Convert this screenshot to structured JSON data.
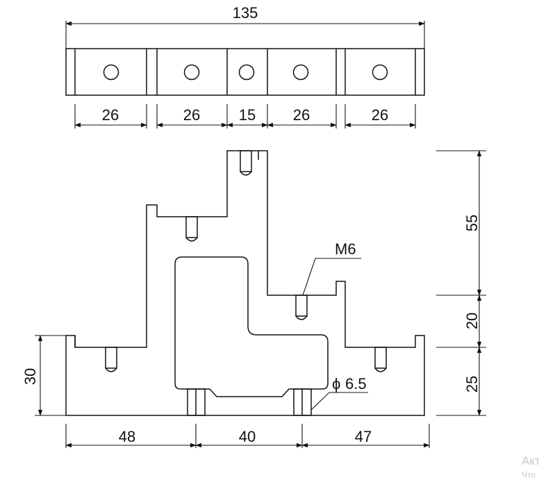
{
  "top_view": {
    "overall_width": "135",
    "segments": [
      "26",
      "26",
      "15",
      "26",
      "26"
    ]
  },
  "front_view": {
    "heights": [
      "55",
      "20",
      "25"
    ],
    "left_height": "30",
    "bottom_widths": [
      "48",
      "40",
      "47"
    ],
    "thread_label": "M6",
    "hole_label": "6.5",
    "hole_symbol": "ϕ"
  },
  "watermark": {
    "line1": "Акт",
    "line2": "Что"
  }
}
